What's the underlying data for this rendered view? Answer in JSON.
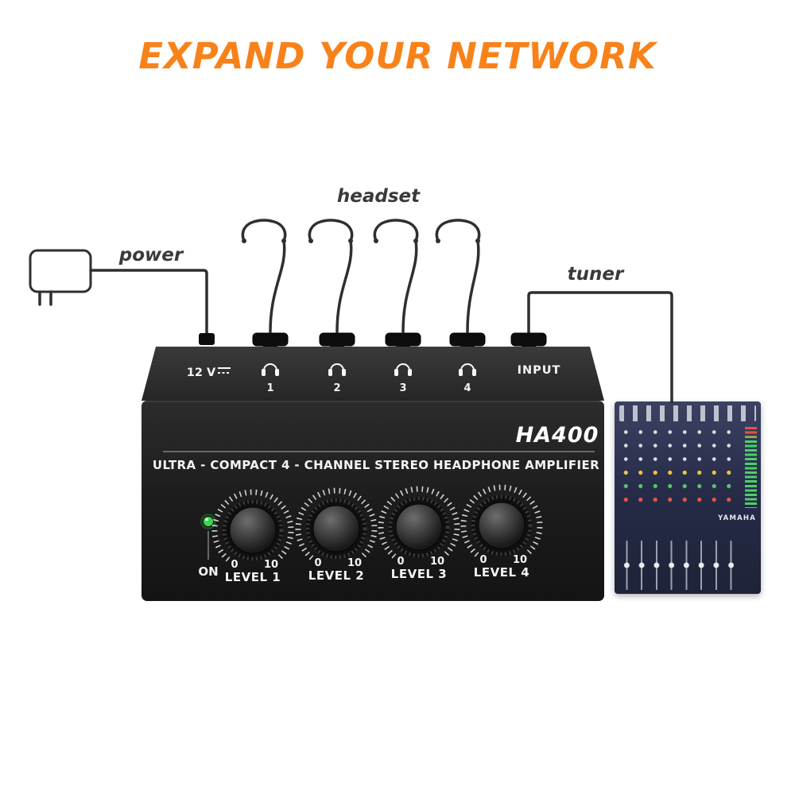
{
  "title": "EXPAND YOUR NETWORK",
  "labels": {
    "power": "power",
    "headset": "headset",
    "tuner": "tuner"
  },
  "device": {
    "model": "HA400",
    "description": "ULTRA - COMPACT 4 - CHANNEL STEREO HEADPHONE AMPLIFIER",
    "power_label": "12 V",
    "input_label": "INPUT",
    "on_label": "ON",
    "jack_numbers": [
      "1",
      "2",
      "3",
      "4"
    ],
    "knobs": [
      {
        "label": "LEVEL 1",
        "min": "0",
        "max": "10"
      },
      {
        "label": "LEVEL 2",
        "min": "0",
        "max": "10"
      },
      {
        "label": "LEVEL 3",
        "min": "0",
        "max": "10"
      },
      {
        "label": "LEVEL 4",
        "min": "0",
        "max": "10"
      }
    ]
  },
  "mixer": {
    "brand": "YAMAHA"
  },
  "colors": {
    "accent_orange": "#F8821A",
    "device_black": "#1d1d1d",
    "led_green": "#3fd64b",
    "label_gray": "#3a3a3a",
    "mixer_navy": "#262c49"
  }
}
